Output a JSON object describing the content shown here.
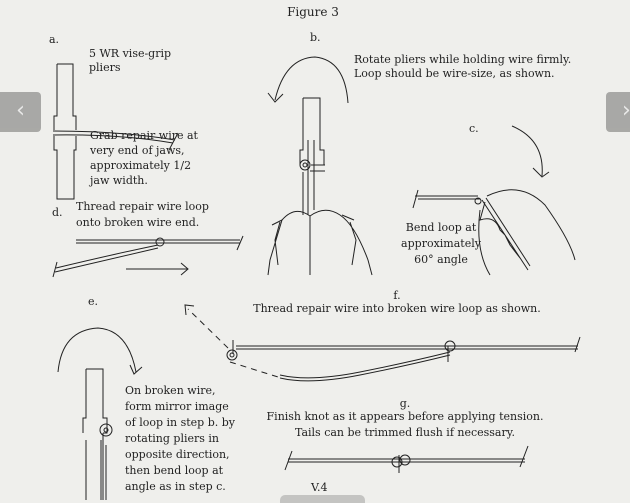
{
  "title": "Figure 3",
  "steps": {
    "a": {
      "label": "a.",
      "lines": [
        "5 WR vise-grip",
        "pliers"
      ],
      "lines2": [
        "Grab repair wire at",
        "very end of jaws,",
        "approximately 1/2",
        "jaw width."
      ]
    },
    "b": {
      "label": "b.",
      "lines": [
        "Rotate pliers while holding wire firmly.",
        "Loop should be wire-size, as shown."
      ]
    },
    "c": {
      "label": "c.",
      "lines": [
        "Bend loop at",
        "approximately",
        "60° angle"
      ]
    },
    "d": {
      "label": "d.",
      "lines": [
        "Thread repair wire loop",
        "onto broken wire end."
      ]
    },
    "e": {
      "label": "e.",
      "lines": [
        "On broken wire,",
        "form mirror image",
        "of loop in step b. by",
        "rotating pliers in",
        "opposite direction,",
        "then bend loop at",
        "angle as in step c."
      ]
    },
    "f": {
      "label": "f.",
      "lines": [
        "Thread repair wire into broken wire loop as shown."
      ]
    },
    "g": {
      "label": "g.",
      "lines": [
        "Finish knot as it appears before applying tension.",
        "Tails can be trimmed flush if necessary."
      ]
    }
  },
  "page_label": "V.4",
  "nav": {
    "prev": "‹",
    "next": "›"
  }
}
